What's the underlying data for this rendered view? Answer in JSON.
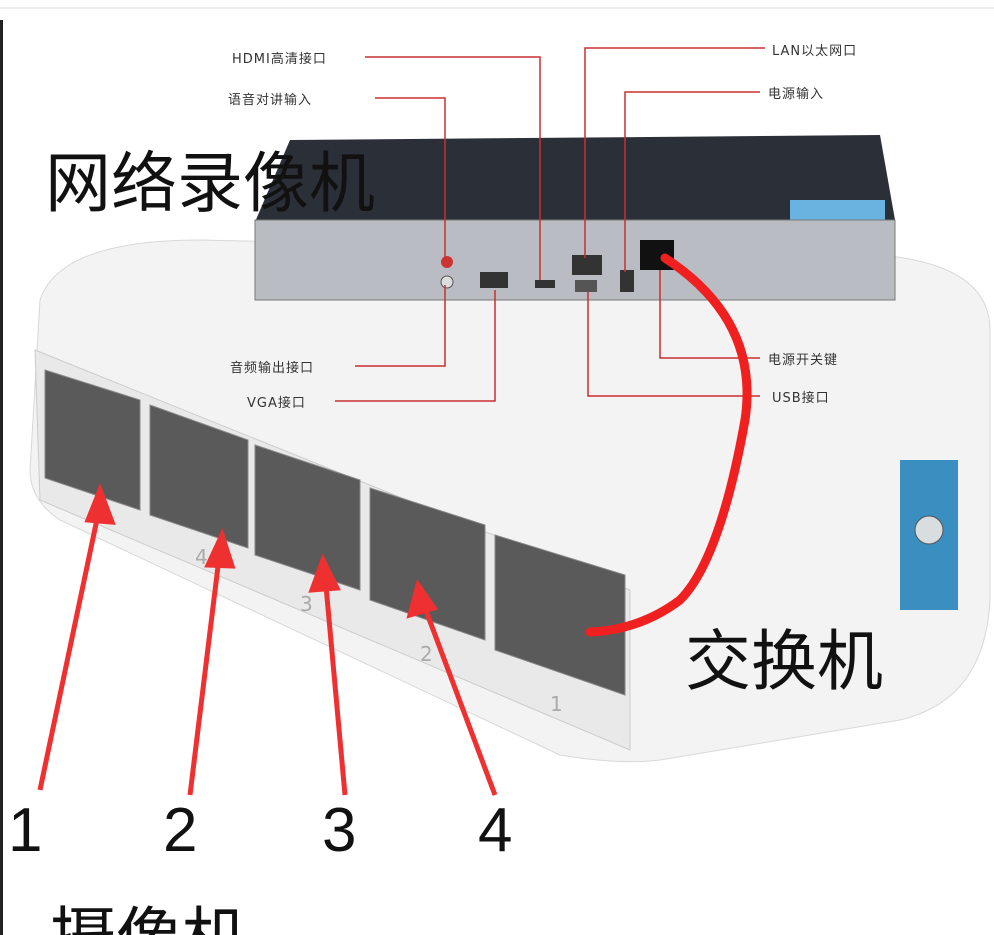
{
  "title_nvr": "网络录像机",
  "title_switch": "交换机",
  "title_camera": "摄像机",
  "callouts": {
    "hdmi": "HDMI高清接口",
    "talk_in": "语音对讲输入",
    "lan": "LAN以太网口",
    "power_in": "电源输入",
    "audio_out": "音频输出接口",
    "vga": "VGA接口",
    "power_switch": "电源开关键",
    "usb": "USB接口"
  },
  "camera_numbers": [
    "1",
    "2",
    "3",
    "4"
  ],
  "port_numbers": [
    "4",
    "3",
    "2",
    "1"
  ],
  "colors": {
    "arrow": "#ee3030",
    "cable": "#f02020",
    "callout_line": "#c83030",
    "nvr_body": "#2b2f38"
  }
}
